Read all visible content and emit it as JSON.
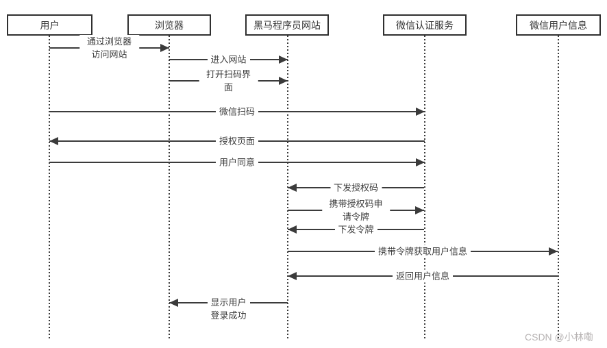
{
  "diagram": {
    "type": "sequence-diagram",
    "actors": [
      {
        "name": "用户"
      },
      {
        "name": "浏览器"
      },
      {
        "name": "黑马程序员网站"
      },
      {
        "name": "微信认证服务"
      },
      {
        "name": "微信用户信息"
      }
    ],
    "messages": [
      {
        "label": "通过浏览器访问网站",
        "from": "用户",
        "to": "浏览器",
        "direction": "right"
      },
      {
        "label": "进入网站",
        "from": "浏览器",
        "to": "黑马程序员网站",
        "direction": "right"
      },
      {
        "label": "打开扫码界面",
        "from": "浏览器",
        "to": "黑马程序员网站",
        "direction": "right"
      },
      {
        "label": "微信扫码",
        "from": "用户",
        "to": "微信认证服务",
        "direction": "right"
      },
      {
        "label": "授权页面",
        "from": "微信认证服务",
        "to": "用户",
        "direction": "left"
      },
      {
        "label": "用户同意",
        "from": "用户",
        "to": "微信认证服务",
        "direction": "right"
      },
      {
        "label": "下发授权码",
        "from": "微信认证服务",
        "to": "黑马程序员网站",
        "direction": "left"
      },
      {
        "label": "携带授权码申请令牌",
        "from": "黑马程序员网站",
        "to": "微信认证服务",
        "direction": "right"
      },
      {
        "label": "下发令牌",
        "from": "微信认证服务",
        "to": "黑马程序员网站",
        "direction": "left"
      },
      {
        "label": "携带令牌获取用户信息",
        "from": "黑马程序员网站",
        "to": "微信用户信息",
        "direction": "right"
      },
      {
        "label": "返回用户信息",
        "from": "微信用户信息",
        "to": "黑马程序员网站",
        "direction": "left"
      },
      {
        "label": "显示用户\n登录成功",
        "from": "黑马程序员网站",
        "to": "浏览器",
        "direction": "left"
      }
    ],
    "watermark": "CSDN @小林嘞",
    "colors": {
      "line": "#3b3b3b",
      "text": "#333333",
      "watermark": "#b7b3b3",
      "background": "#ffffff"
    }
  }
}
